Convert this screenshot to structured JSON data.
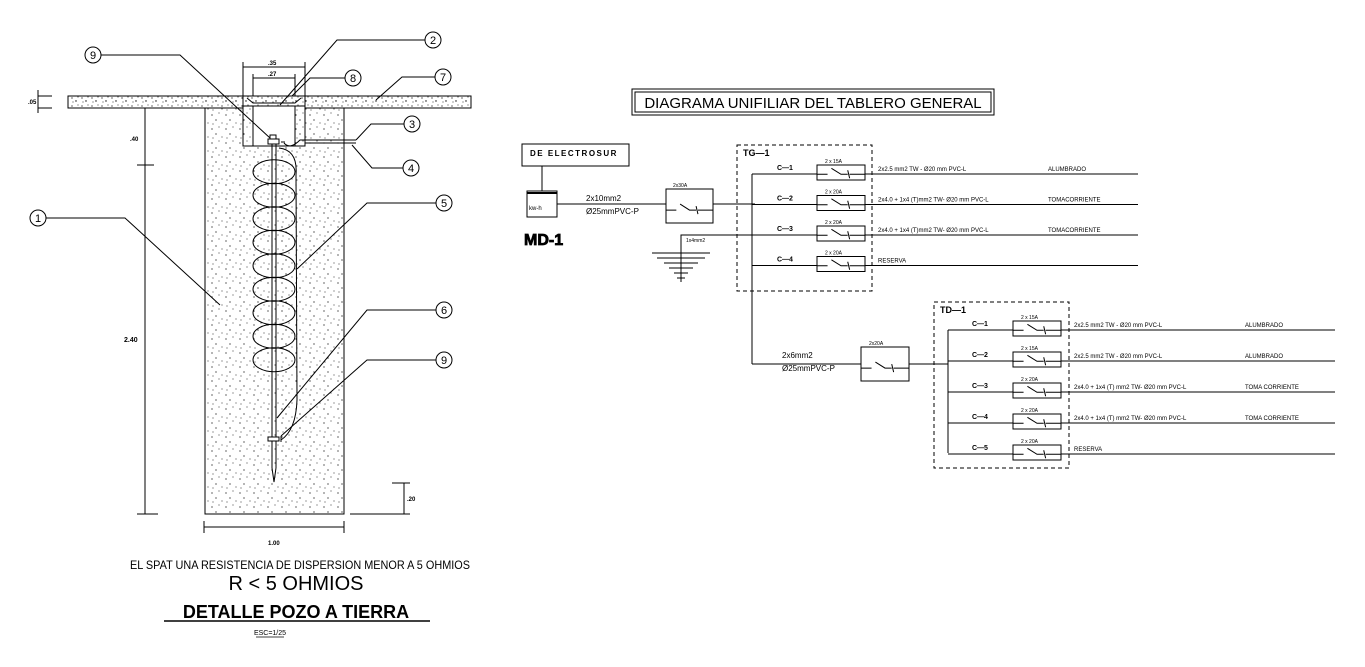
{
  "ground_detail": {
    "callouts": [
      "1",
      "2",
      "3",
      "4",
      "5",
      "6",
      "7",
      "8",
      "9",
      "9"
    ],
    "dimensions": {
      "slab_thickness": ".05",
      "box_outer_width": ".35",
      "box_inner_width": ".27",
      "box_depth": ".40",
      "rod_depth": "2.40",
      "bottom_fill": ".20",
      "pit_width": "1.00"
    },
    "note": "EL SPAT UNA RESISTENCIA DE DISPERSION MENOR A 5 OHMIOS",
    "resistance": "R  <   5 OHMIOS",
    "title": "DETALLE POZO A TIERRA",
    "scale": "ESC=1/25"
  },
  "single_line": {
    "title": "DIAGRAMA UNIFILIAR DEL TABLERO GENERAL",
    "supply": {
      "label": "DE ELECTROSUR",
      "meter_label": "kw-h",
      "meter_name": "MD-1",
      "feeder_cable": "2x10mm2",
      "feeder_conduit": "Ø25mmPVC-P",
      "main_breaker": "2x30A",
      "ground_cable": "1x4mm2"
    },
    "tg": {
      "name": "TG—1",
      "circuits": [
        {
          "id": "C—1",
          "breaker": "2 x 15A",
          "cable": "2x2.5 mm2 TW - Ø20 mm PVC-L",
          "use": "ALUMBRADO"
        },
        {
          "id": "C—2",
          "breaker": "2 x 20A",
          "cable": "2x4.0 + 1x4 (T)mm2 TW- Ø20 mm PVC-L",
          "use": "TOMACORRIENTE"
        },
        {
          "id": "C—3",
          "breaker": "2 x 20A",
          "cable": "2x4.0 + 1x4 (T)mm2 TW- Ø20 mm PVC-L",
          "use": "TOMACORRIENTE"
        },
        {
          "id": "C—4",
          "breaker": "2 x 20A",
          "cable": "RESERVA",
          "use": ""
        }
      ]
    },
    "sub_feeder": {
      "cable": "2x6mm2",
      "conduit": "Ø25mmPVC-P",
      "breaker": "2x20A"
    },
    "td": {
      "name": "TD—1",
      "circuits": [
        {
          "id": "C—1",
          "breaker": "2 x 15A",
          "cable": "2x2.5 mm2 TW - Ø20 mm PVC-L",
          "use": "ALUMBRADO"
        },
        {
          "id": "C—2",
          "breaker": "2 x 15A",
          "cable": "2x2.5 mm2 TW - Ø20 mm PVC-L",
          "use": "ALUMBRADO"
        },
        {
          "id": "C—3",
          "breaker": "2 x 20A",
          "cable": "2x4.0 + 1x4 (T) mm2 TW- Ø20 mm PVC-L",
          "use": "TOMA CORRIENTE"
        },
        {
          "id": "C—4",
          "breaker": "2 x 20A",
          "cable": "2x4.0 + 1x4 (T) mm2 TW- Ø20 mm PVC-L",
          "use": "TOMA CORRIENTE"
        },
        {
          "id": "C—5",
          "breaker": "2 x 20A",
          "cable": "RESERVA",
          "use": ""
        }
      ]
    }
  }
}
